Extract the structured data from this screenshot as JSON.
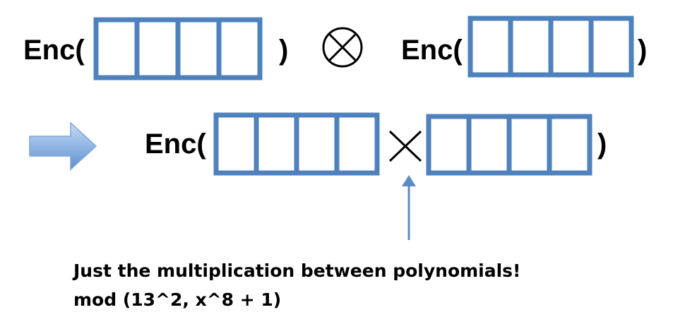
{
  "top_row": {
    "left_operand": {
      "prefix": "Enc(",
      "suffix": ")",
      "slots": 4
    },
    "operator": {
      "icon": "circled-times-icon"
    },
    "right_operand": {
      "prefix": "Enc(",
      "suffix": ")",
      "slots": 4
    }
  },
  "bottom_row": {
    "arrow": {
      "icon": "right-arrow-icon"
    },
    "prefix": "Enc(",
    "suffix": ")",
    "left_slots": 4,
    "operator": {
      "icon": "times-icon"
    },
    "right_slots": 4
  },
  "annotation": {
    "pointer": {
      "icon": "up-arrow-icon"
    },
    "line1": "Just the multiplication between polynomials!",
    "line2": "mod (13^2, x^8 + 1)"
  },
  "colors": {
    "box_fill": "#4f81bd",
    "box_stroke": "#3a6391",
    "arrow_light": "#a9c8ee",
    "arrow_dark": "#4f81bd",
    "pointer": "#5b8bc6",
    "text": "#000000"
  }
}
